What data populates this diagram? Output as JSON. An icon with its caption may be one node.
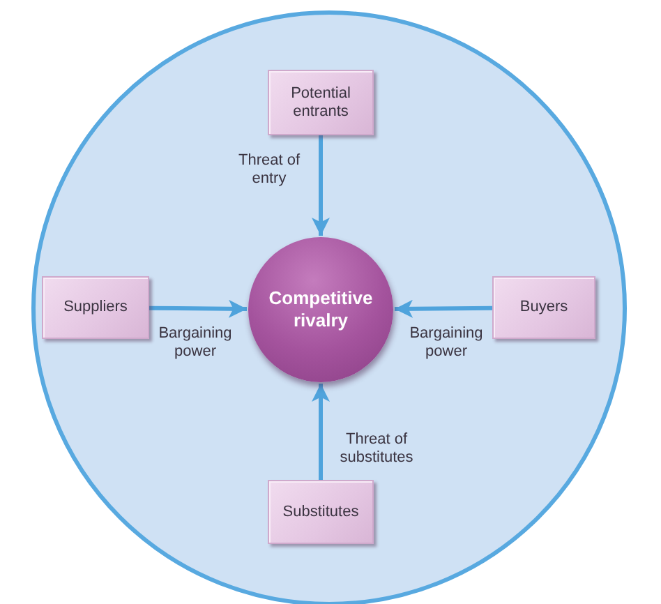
{
  "diagram": {
    "nodes": [
      {
        "text": [
          "Potential entrants"
        ]
      },
      {
        "text": [
          "Suppliers"
        ]
      },
      {
        "text": [
          "Competitive rivalry"
        ]
      },
      {
        "text": [
          "Buyers"
        ]
      },
      {
        "text": [
          "Substitutes"
        ]
      }
    ],
    "edges": [
      {
        "from": 0,
        "to": 2,
        "arrow": "to",
        "label": "Threat of entry"
      },
      {
        "from": 1,
        "to": 2,
        "arrow": "to",
        "label": "Bargaining power"
      },
      {
        "from": 3,
        "to": 2,
        "arrow": "to",
        "label": "Bargaining power"
      },
      {
        "from": 4,
        "to": 2,
        "arrow": "to",
        "label": "Threat of substitutes"
      }
    ]
  }
}
